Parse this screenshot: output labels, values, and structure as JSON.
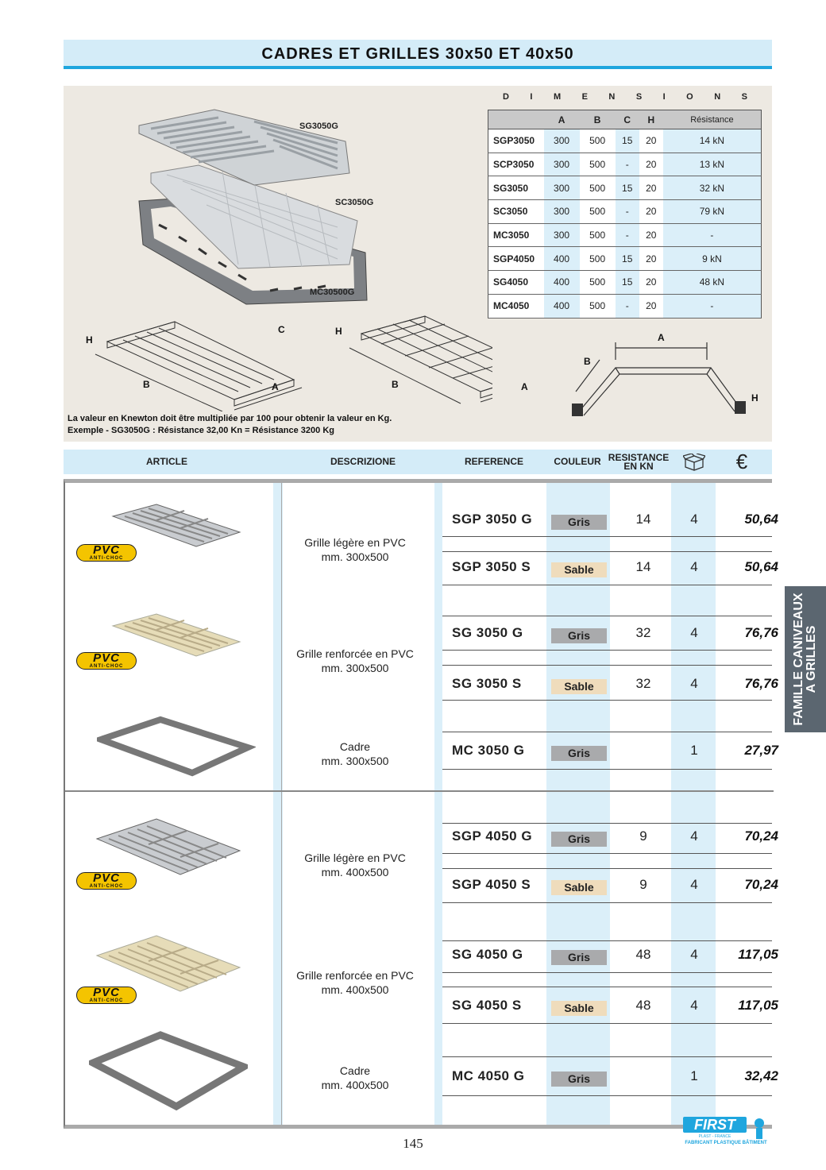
{
  "title": "CADRES ET GRILLES 30x50 ET 40x50",
  "illustration": {
    "labels": [
      "SG3050G",
      "SC3050G",
      "MC30500G"
    ],
    "dim_letters": {
      "a": "A",
      "b": "B",
      "c": "C",
      "h": "H"
    }
  },
  "dimensions": {
    "heading_letters": [
      "D",
      "I",
      "M",
      "E",
      "N",
      "S",
      "I",
      "O",
      "N",
      "S"
    ],
    "columns": [
      "",
      "A",
      "B",
      "C",
      "H",
      "Résistance"
    ],
    "rows": [
      {
        "code": "SGP3050",
        "a": "300",
        "b": "500",
        "c": "15",
        "h": "20",
        "res": "14 kN"
      },
      {
        "code": "SCP3050",
        "a": "300",
        "b": "500",
        "c": "-",
        "h": "20",
        "res": "13 kN"
      },
      {
        "code": "SG3050",
        "a": "300",
        "b": "500",
        "c": "15",
        "h": "20",
        "res": "32 kN"
      },
      {
        "code": "SC3050",
        "a": "300",
        "b": "500",
        "c": "-",
        "h": "20",
        "res": "79 kN"
      },
      {
        "code": "MC3050",
        "a": "300",
        "b": "500",
        "c": "-",
        "h": "20",
        "res": "-"
      },
      {
        "code": "SGP4050",
        "a": "400",
        "b": "500",
        "c": "15",
        "h": "20",
        "res": "9 kN"
      },
      {
        "code": "SG4050",
        "a": "400",
        "b": "500",
        "c": "15",
        "h": "20",
        "res": "48 kN"
      },
      {
        "code": "MC4050",
        "a": "400",
        "b": "500",
        "c": "-",
        "h": "20",
        "res": "-"
      }
    ]
  },
  "note": {
    "line1": "La valeur en Knewton doit être multipliée par 100 pour obtenir la valeur en Kg.",
    "line2": "Exemple - SG3050G : Résistance 32,00 Kn = Résistance 3200 Kg"
  },
  "columns": {
    "article": "ARTICLE",
    "descrizione": "DESCRIZIONE",
    "reference": "REFERENCE",
    "couleur": "COULEUR",
    "resistance_1": "RESISTANCE",
    "resistance_2": "EN KN",
    "price_symbol": "€"
  },
  "pvc_badge": {
    "main": "PVC",
    "sub": "ANTI-CHOC"
  },
  "descriptions": [
    {
      "l1": "Grille légère en PVC",
      "l2": "mm. 300x500"
    },
    {
      "l1": "Grille renforcée en PVC",
      "l2": "mm. 300x500"
    },
    {
      "l1": "Cadre",
      "l2": "mm. 300x500"
    },
    {
      "l1": "Grille légère en PVC",
      "l2": "mm. 400x500"
    },
    {
      "l1": "Grille renforcée en PVC",
      "l2": "mm. 400x500"
    },
    {
      "l1": "Cadre",
      "l2": "mm. 400x500"
    }
  ],
  "products": [
    {
      "ref": "SGP 3050 G",
      "color": "Gris",
      "res": "14",
      "qty": "4",
      "price": "50,64"
    },
    {
      "ref": "SGP 3050 S",
      "color": "Sable",
      "res": "14",
      "qty": "4",
      "price": "50,64"
    },
    {
      "ref": "SG 3050 G",
      "color": "Gris",
      "res": "32",
      "qty": "4",
      "price": "76,76"
    },
    {
      "ref": "SG 3050 S",
      "color": "Sable",
      "res": "32",
      "qty": "4",
      "price": "76,76"
    },
    {
      "ref": "MC 3050 G",
      "color": "Gris",
      "res": "",
      "qty": "1",
      "price": "27,97"
    },
    {
      "ref": "SGP 4050 G",
      "color": "Gris",
      "res": "9",
      "qty": "4",
      "price": "70,24"
    },
    {
      "ref": "SGP 4050 S",
      "color": "Sable",
      "res": "9",
      "qty": "4",
      "price": "70,24"
    },
    {
      "ref": "SG 4050 G",
      "color": "Gris",
      "res": "48",
      "qty": "4",
      "price": "117,05"
    },
    {
      "ref": "SG 4050 S",
      "color": "Sable",
      "res": "48",
      "qty": "4",
      "price": "117,05"
    },
    {
      "ref": "MC 4050 G",
      "color": "Gris",
      "res": "",
      "qty": "1",
      "price": "32,42"
    }
  ],
  "side_tab": {
    "line1": "FAMILLE CANIVEAUX",
    "line2": "A GRILLES"
  },
  "page_number": "145",
  "logo": {
    "brand": "FIRST",
    "sub": "PLAST - FRANCE",
    "tagline": "FABRICANT PLASTIQUE BÂTIMENT"
  },
  "colors": {
    "accent_blue": "#1fa6de",
    "light_blue": "#d4ecf8",
    "gris": "#a9aaac",
    "sable": "#efdcbc",
    "pvc_yellow": "#f4c400"
  }
}
